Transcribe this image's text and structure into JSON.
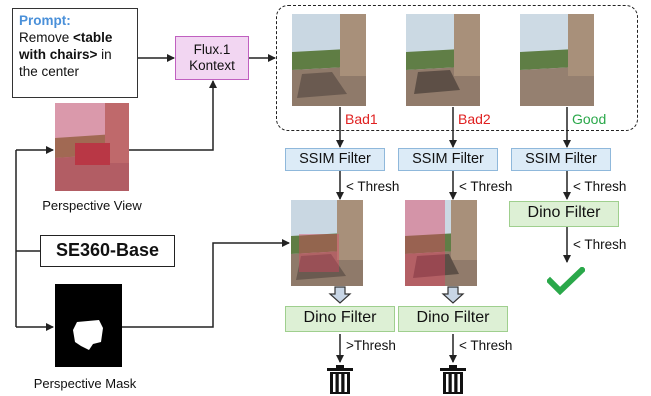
{
  "prompt": {
    "title": "Prompt:",
    "line1_pre": "Remove ",
    "line1_bold": "<table",
    "line2_bold": "with chairs>",
    "line2_post": " in",
    "line3": "the center"
  },
  "flux": {
    "line1": "Flux.1",
    "line2": "Kontext"
  },
  "candidates": [
    {
      "label": "Bad1",
      "status": "bad"
    },
    {
      "label": "Bad2",
      "status": "bad"
    },
    {
      "label": "Good",
      "status": "good"
    }
  ],
  "ssim_label": "SSIM Filter",
  "dino_label": "Dino Filter",
  "thresh_lt": "< Thresh",
  "thresh_gt": ">Thresh",
  "perspective_view": "Perspective View",
  "perspective_mask": "Perspective Mask",
  "se360": "SE360-Base",
  "colors": {
    "bad": "#e02020",
    "good": "#2aa84a",
    "ssim_fill": "#dcebf7",
    "dino_fill": "#ddf0d5",
    "flux_fill": "#f2d6f2"
  }
}
